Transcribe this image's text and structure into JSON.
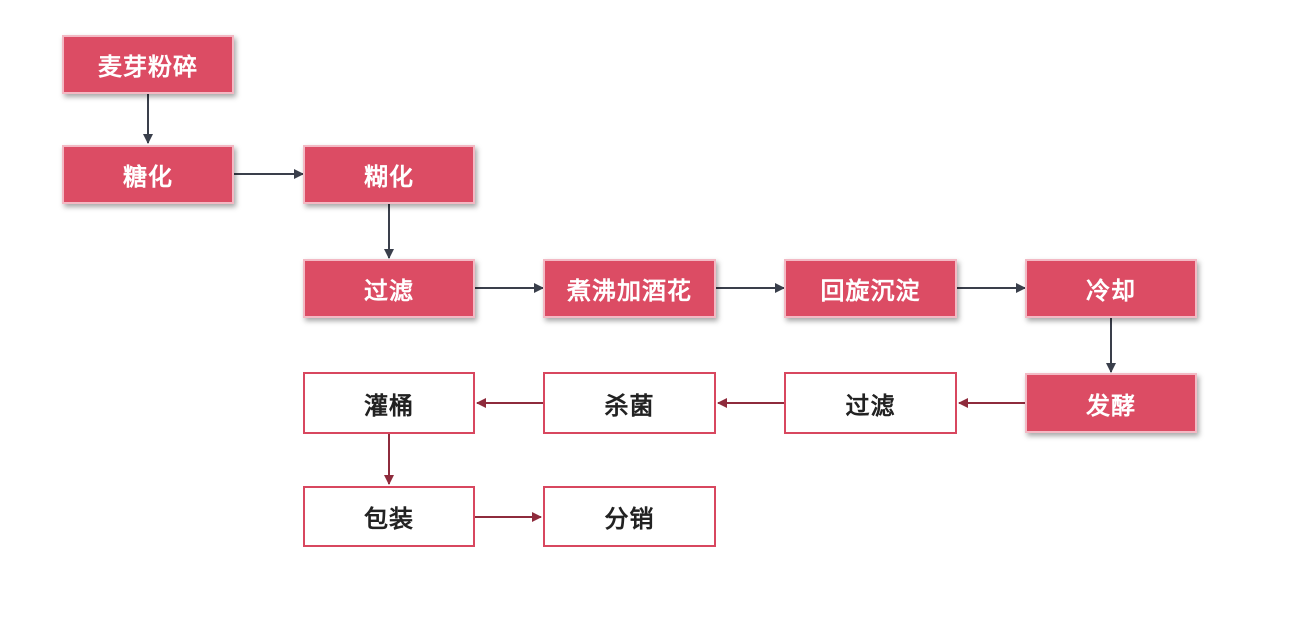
{
  "colors": {
    "filled_fill": "#dc4c64",
    "outline_border": "#d8475f",
    "arrow_dark": "#3a3f4b",
    "arrow_red": "#8e2b3c"
  },
  "steps": {
    "malt_milling": "麦芽粉碎",
    "saccharification": "糖化",
    "gelatinization": "糊化",
    "filtration_1": "过滤",
    "boiling_hops": "煮沸加酒花",
    "whirlpool": "回旋沉淀",
    "cooling": "冷却",
    "fermentation": "发酵",
    "filtration_2": "过滤",
    "sterilization": "杀菌",
    "barreling": "灌桶",
    "packaging": "包装",
    "distribution": "分销"
  }
}
